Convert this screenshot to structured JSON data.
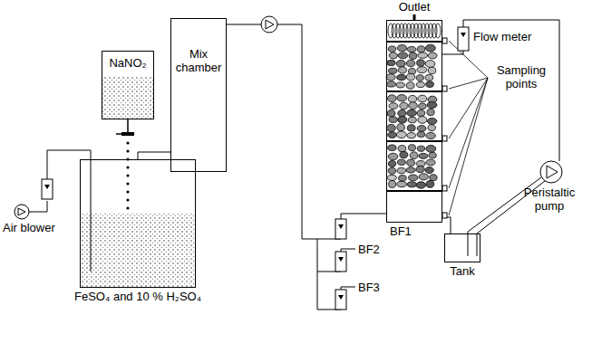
{
  "diagram": {
    "nodes": [
      {
        "text": [
          "NaNO₂"
        ]
      },
      {
        "text": [
          "Mix chamber"
        ]
      },
      {
        "text": [
          "BF1"
        ]
      },
      {
        "text": [
          "FeSO₄ and 10 % H₂SO₄"
        ]
      },
      {
        "text": [
          "Tank"
        ]
      }
    ],
    "edges": [
      {
        "from": 3,
        "to": 1,
        "arrow": "none"
      },
      {
        "from": 1,
        "to": 2,
        "arrow": "none"
      },
      {
        "from": 4,
        "to": 2,
        "arrow": "none"
      }
    ],
    "labels": [
      "Outlet",
      "Flow meter",
      "Sampling points",
      "Air blower",
      "Peristaltic pump",
      "BF2",
      "BF3"
    ]
  }
}
